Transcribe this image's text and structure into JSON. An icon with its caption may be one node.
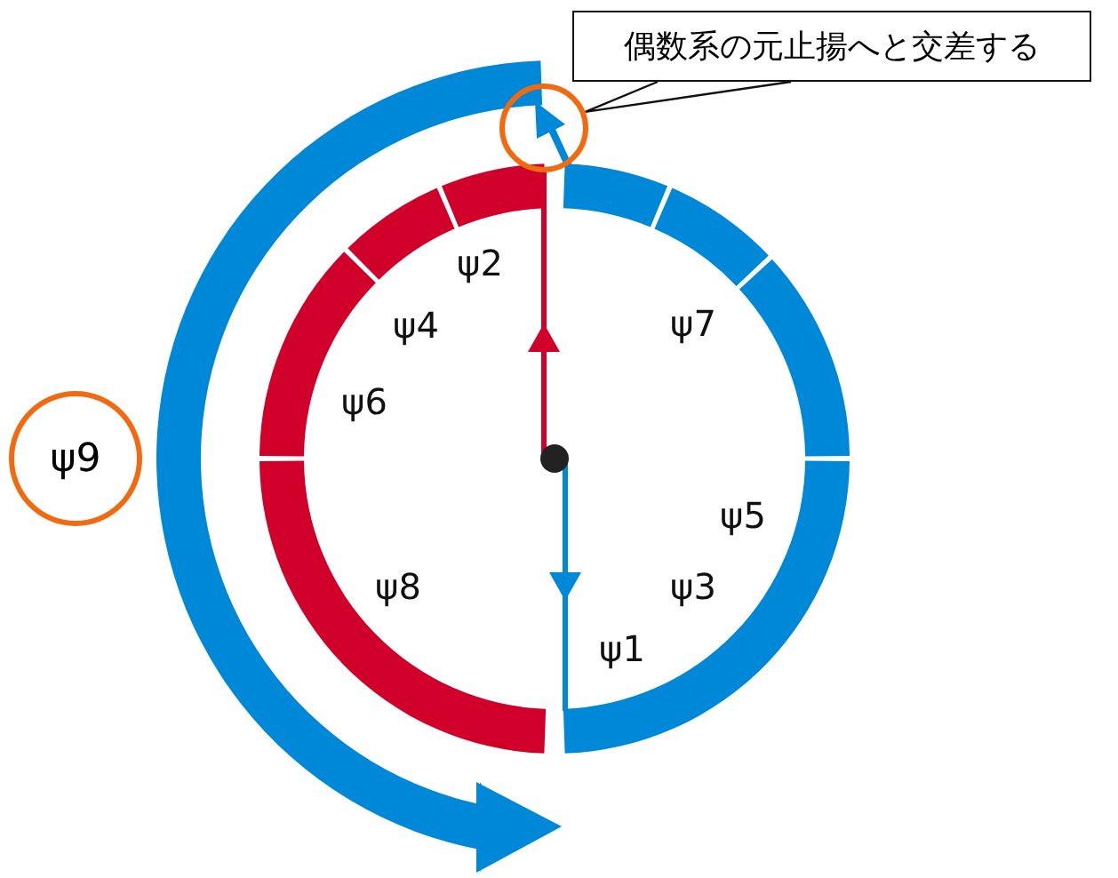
{
  "diagram": {
    "nodes": [
      {
        "text": [
          "偶数系の元止揚へと交差する"
        ]
      },
      {
        "text": [],
        "shape": "circle"
      },
      {
        "text": [
          "ψ9"
        ]
      }
    ],
    "edges": [
      {
        "from": 0,
        "to": 1,
        "arrow": "none"
      }
    ],
    "labels": [
      "ψ2",
      "ψ7",
      "ψ4",
      "ψ6",
      "ψ5",
      "ψ8",
      "ψ3",
      "ψ1"
    ]
  }
}
